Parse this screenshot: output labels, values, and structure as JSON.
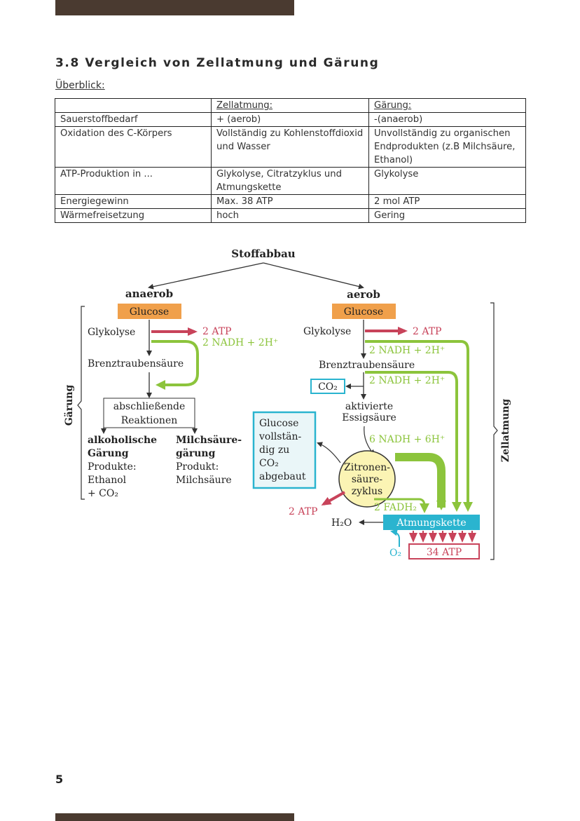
{
  "page": {
    "heading": "3.8 Vergleich von Zellatmung und Gärung",
    "subheading": "Überblick:",
    "page_number": "5"
  },
  "table": {
    "headers": [
      "",
      "Zellatmung:",
      "Gärung:"
    ],
    "rows": [
      [
        "Sauerstoffbedarf",
        "+ (aerob)",
        "-(anaerob)"
      ],
      [
        "Oxidation des C-Körpers",
        "Vollständig zu Kohlenstoffdioxid und Wasser",
        "Unvollständig zu organischen Endprodukten (z.B Milchsäure, Ethanol)"
      ],
      [
        "ATP-Produktion in ...",
        "Glykolyse, Citratzyklus und Atmungskette",
        "Glykolyse"
      ],
      [
        "Energiegewinn",
        "Max. 38 ATP",
        "2 mol ATP"
      ],
      [
        "Wärmefreisetzung",
        "hoch",
        "Gering"
      ]
    ]
  },
  "diagram": {
    "root": "Stoffabbau",
    "anaerob": "anaerob",
    "aerob": "aerob",
    "glucose": "Glucose",
    "glykolyse": "Glykolyse",
    "atp2": "2 ATP",
    "nadh_2h": "2 NADH + 2H⁺",
    "nadh_6h": "6 NADH + 6H⁺",
    "fadh": "2 FADH₂",
    "brenz": "Brenztraubensäure",
    "co2": "CO₂",
    "aktiv_1": "aktivierte",
    "aktiv_2": "Essigsäure",
    "absch_1": "abschließende",
    "absch_2": "Reaktionen",
    "alk_1": "alkoholische",
    "alk_2": "Gärung",
    "alk_3": "Produkte:",
    "alk_4": "Ethanol",
    "alk_5": "+ CO₂",
    "milch_1": "Milchsäure-",
    "milch_2": "gärung",
    "milch_3": "Produkt:",
    "milch_4": "Milchsäure",
    "box_1": "Glucose",
    "box_2": "vollstän-",
    "box_3": "dig zu",
    "box_4": "CO₂",
    "box_5": "abgebaut",
    "zit_1": "Zitronen-",
    "zit_2": "säure-",
    "zit_3": "zyklus",
    "atmung": "Atmungskette",
    "h2o": "H₂O",
    "o2": "O₂",
    "atp34": "34 ATP",
    "garung_label": "Gärung",
    "zellatmung_label": "Zellatmung",
    "colors": {
      "orange": "#f0a04b",
      "red": "#c8435a",
      "green": "#8cc43c",
      "teal": "#2ab4cf",
      "yellow": "#fbf4b4",
      "box_bg": "#eaf6f8"
    }
  }
}
